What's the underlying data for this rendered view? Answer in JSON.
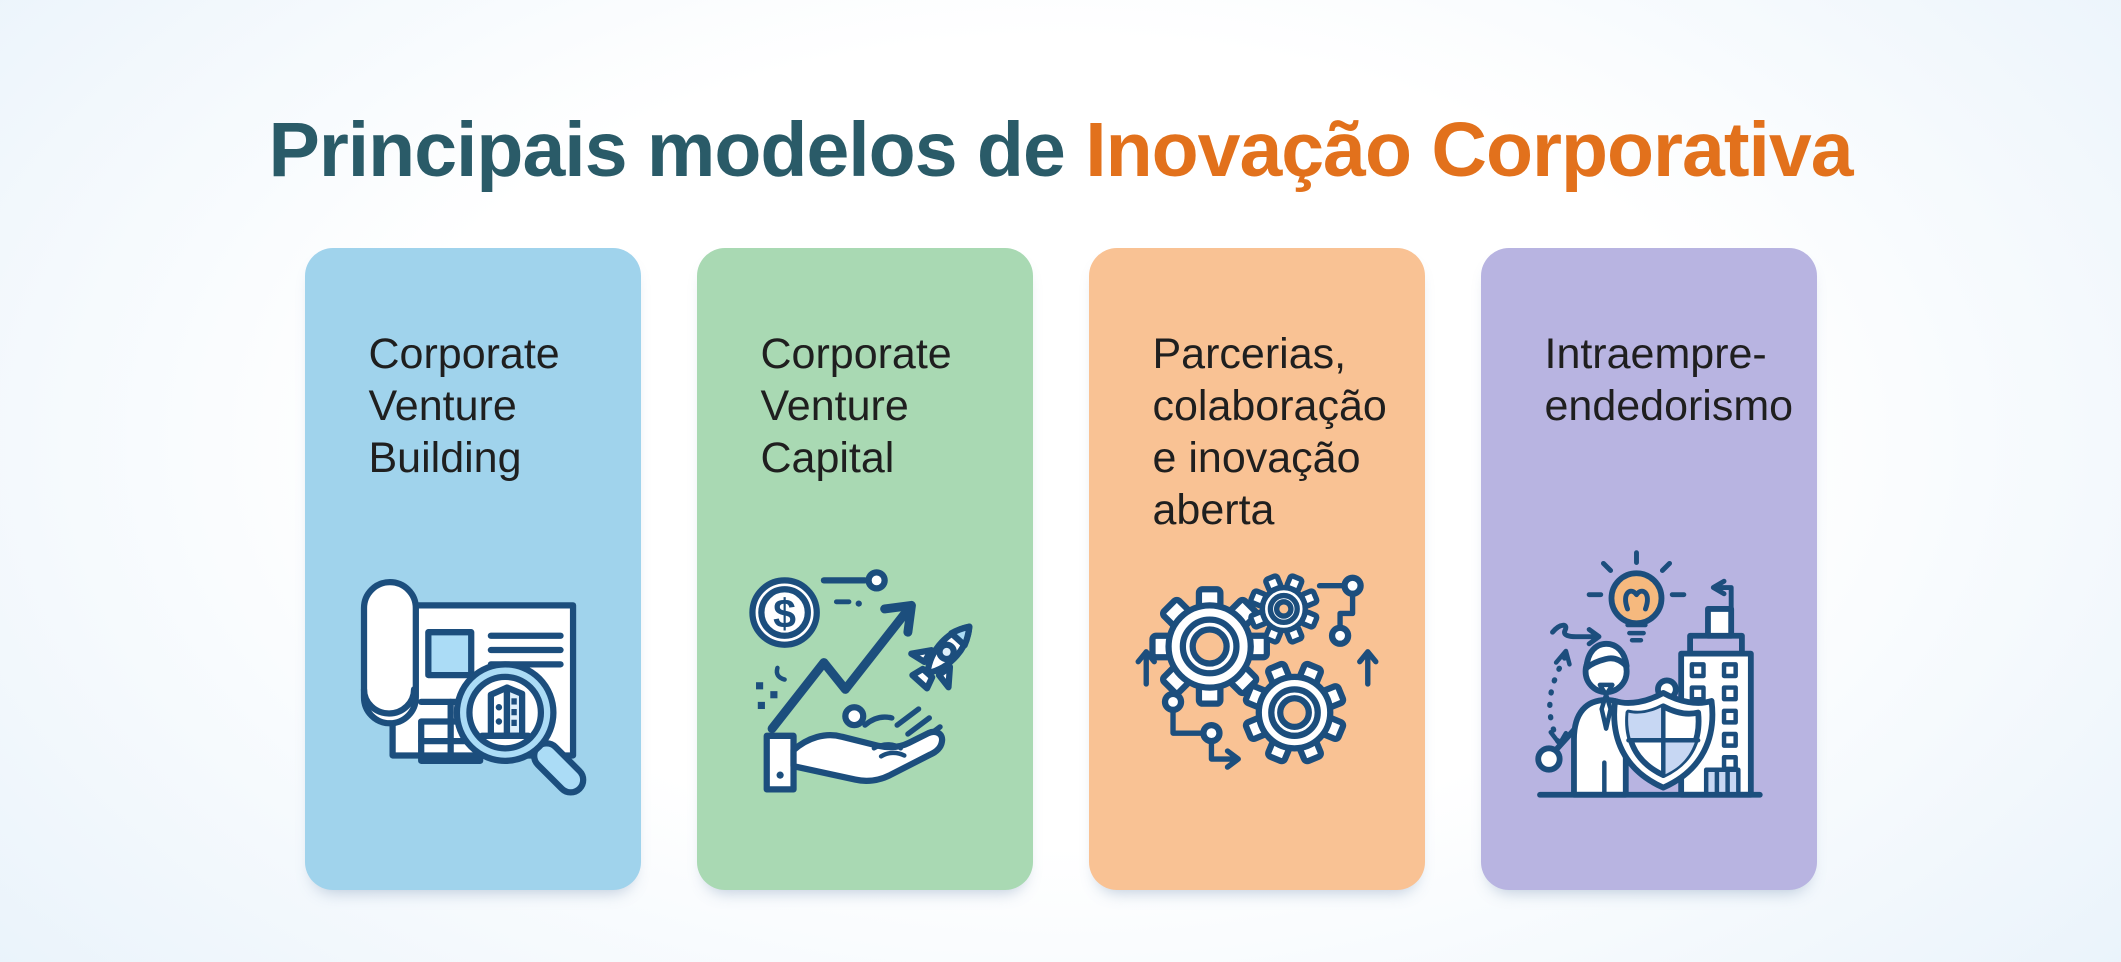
{
  "title": {
    "prefix": "Principais modelos de",
    "highlight": "Inovação Corporativa"
  },
  "colors": {
    "background_center": "#ffffff",
    "background_edge": "#cfe5f6",
    "title_prefix": "#2a5b68",
    "title_highlight": "#e2711c",
    "card_text": "#1f1f1f",
    "icon_stroke": "#1c4e7d",
    "accent_blue": "#abdcf6",
    "accent_orange": "#f6b97e",
    "accent_lavender": "#c7d7f3",
    "accent_pale": "#ddeffa"
  },
  "cards": [
    {
      "id": "corporate-venture-building",
      "label": "Corporate\nVenture\nBuilding",
      "color": "#a0d3ec",
      "icon": "blueprint-magnifier-icon"
    },
    {
      "id": "corporate-venture-capital",
      "label": "Corporate\nVenture\nCapital",
      "color": "#a9d9b3",
      "icon": "hand-coin-rocket-icon"
    },
    {
      "id": "parcerias-colaboracao-inovacao-aberta",
      "label": "Parcerias,\ncolaboração\ne inovação\naberta",
      "color": "#f9c294",
      "icon": "gears-network-icon"
    },
    {
      "id": "intraempreendedorismo",
      "label": "Intraempre-\nendedorismo",
      "color": "#b8b4e1",
      "icon": "entrepreneur-shield-building-icon"
    }
  ],
  "icon_glyphs": {
    "dollar_sign": "$"
  }
}
